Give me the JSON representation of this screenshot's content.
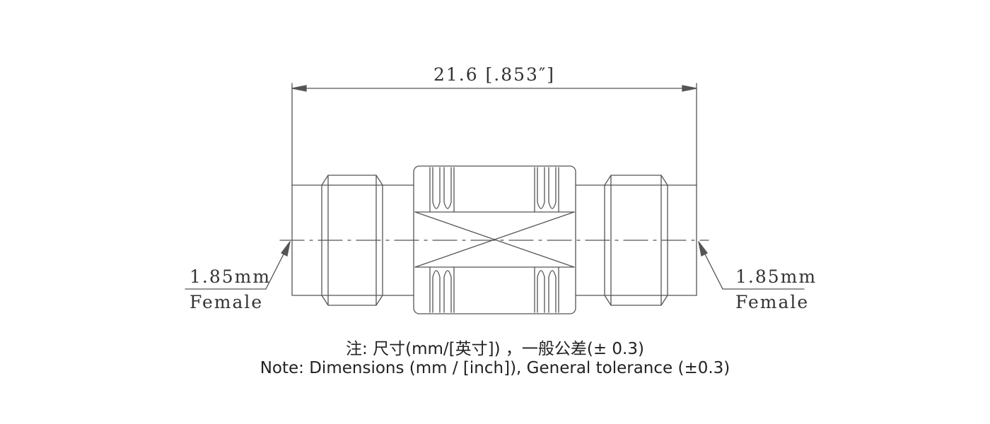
{
  "drawing": {
    "overall_length_label": "21.6 [.853″]",
    "left_port": {
      "size": "1.85mm",
      "gender": "Female"
    },
    "right_port": {
      "size": "1.85mm",
      "gender": "Female"
    }
  },
  "notes": {
    "chinese": "注: 尺寸(mm/[英寸]) ，一般公差(± 0.3)",
    "english": "Note: Dimensions (mm / [inch]), General tolerance (±0.3)"
  },
  "colors": {
    "line": "#555555",
    "text": "#333333"
  }
}
